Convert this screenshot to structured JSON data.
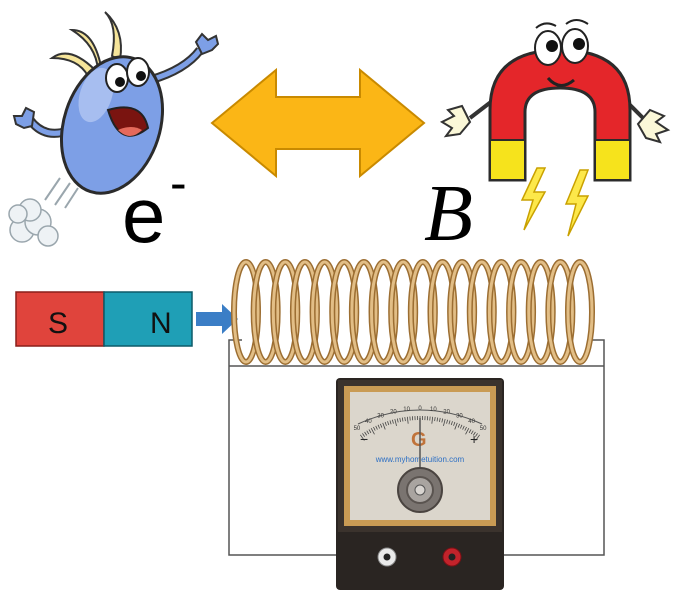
{
  "colors": {
    "arrow_fill": "#fbb616",
    "arrow_stroke": "#c98a00",
    "electron_body": "#7d9fe6",
    "magnet_red": "#e4262a",
    "magnet_yellow": "#f6e31c",
    "bar_magnet_south": "#e0443c",
    "bar_magnet_north": "#1f9fb6",
    "push_arrow": "#3b7ec6",
    "coil_copper": "#c89a5a",
    "meter_case": "#2a2522",
    "meter_face": "#dbd6cc",
    "terminal_red": "#c2232b"
  },
  "labels": {
    "electron_symbol": "e",
    "electron_superscript": "-",
    "field_symbol": "B"
  },
  "bar_magnet": {
    "south_label": "S",
    "north_label": "N"
  },
  "galvanometer": {
    "letter": "G",
    "minus": "−",
    "plus": "+",
    "website": "www.myhometuition.com",
    "scale_labels": [
      "50",
      "40",
      "30",
      "20",
      "10",
      "0",
      "10",
      "20",
      "30",
      "40",
      "50"
    ]
  },
  "icons": [
    "electron-cartoon-icon",
    "horseshoe-magnet-cartoon-icon",
    "double-arrow-icon",
    "bar-magnet-icon",
    "solenoid-coil-icon",
    "galvanometer-icon"
  ]
}
